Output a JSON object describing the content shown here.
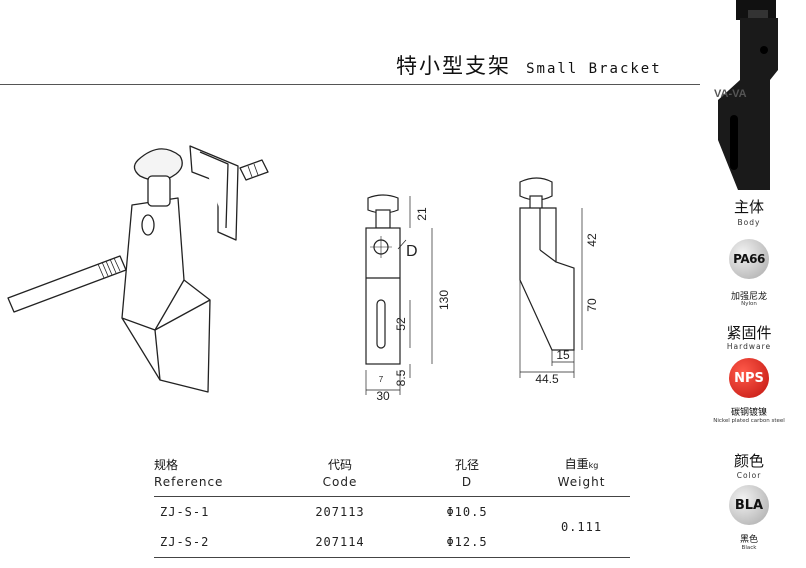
{
  "title": {
    "cn": "特小型支架",
    "en": "Small Bracket"
  },
  "dimensions": {
    "front": {
      "top": "21",
      "hole_label": "D",
      "total": "130",
      "slot": "52",
      "bottom": "8.5",
      "width": "30",
      "small": "7"
    },
    "side": {
      "upper": "42",
      "lower": "70",
      "foot": "15",
      "width": "44.5"
    }
  },
  "table": {
    "headers": [
      {
        "cn": "规格",
        "en": "Reference"
      },
      {
        "cn": "代码",
        "en": "Code"
      },
      {
        "cn": "孔径",
        "en": "D"
      },
      {
        "cn": "自重",
        "unit": "kg",
        "en": "Weight"
      }
    ],
    "rows": [
      {
        "ref": "ZJ-S-1",
        "code": "207113",
        "bore": "Φ10.5"
      },
      {
        "ref": "ZJ-S-2",
        "code": "207114",
        "bore": "Φ12.5"
      }
    ],
    "weight": "0.111"
  },
  "side": {
    "brand": "VA-VA",
    "body": {
      "cn": "主体",
      "en": "Body",
      "badge": "PA66",
      "material_cn": "加强尼龙",
      "material_en": "Nylon"
    },
    "hardware": {
      "cn": "紧固件",
      "en": "Hardware",
      "badge": "NPS",
      "material_cn": "碳钢镀镍",
      "material_en": "Nickel plated carbon steel"
    },
    "color": {
      "cn": "颜色",
      "en": "Color",
      "badge": "BLA",
      "material_cn": "黑色",
      "material_en": "Black"
    }
  },
  "colors": {
    "nps_red": "#e0201e",
    "badge_grey": "#d0d0d0",
    "product_black": "#1a1a1a"
  }
}
